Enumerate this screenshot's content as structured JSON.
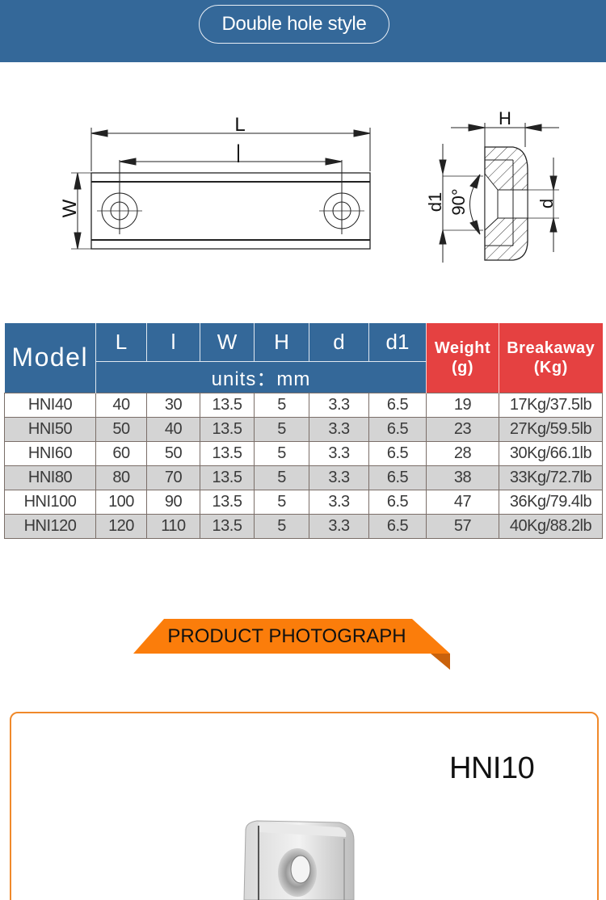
{
  "header": {
    "title": "Double hole style"
  },
  "drawings": {
    "top_view": {
      "labels": {
        "length": "L",
        "hole_spacing": "l",
        "width": "W"
      }
    },
    "side_view": {
      "labels": {
        "height": "H",
        "countersink_diameter": "d1",
        "angle": "90°",
        "hole_diameter": "d"
      }
    }
  },
  "spec_table": {
    "headers": {
      "model": "Model",
      "dimension_columns": [
        "L",
        "l",
        "W",
        "H",
        "d",
        "d1"
      ],
      "units": "units：mm",
      "weight": {
        "line1": "Weight",
        "line2": "(g)"
      },
      "breakaway": {
        "line1": "Breakaway",
        "line2": "(Kg)"
      }
    },
    "rows": [
      {
        "model": "HNI40",
        "L": "40",
        "l": "30",
        "W": "13.5",
        "H": "5",
        "d": "3.3",
        "d1": "6.5",
        "weight": "19",
        "breakaway": "17Kg/37.5lb"
      },
      {
        "model": "HNI50",
        "L": "50",
        "l": "40",
        "W": "13.5",
        "H": "5",
        "d": "3.3",
        "d1": "6.5",
        "weight": "23",
        "breakaway": "27Kg/59.5lb"
      },
      {
        "model": "HNI60",
        "L": "60",
        "l": "50",
        "W": "13.5",
        "H": "5",
        "d": "3.3",
        "d1": "6.5",
        "weight": "28",
        "breakaway": "30Kg/66.1lb"
      },
      {
        "model": "HNI80",
        "L": "80",
        "l": "70",
        "W": "13.5",
        "H": "5",
        "d": "3.3",
        "d1": "6.5",
        "weight": "38",
        "breakaway": "33Kg/72.7lb"
      },
      {
        "model": "HNI100",
        "L": "100",
        "l": "90",
        "W": "13.5",
        "H": "5",
        "d": "3.3",
        "d1": "6.5",
        "weight": "47",
        "breakaway": "36Kg/79.4lb"
      },
      {
        "model": "HNI120",
        "L": "120",
        "l": "110",
        "W": "13.5",
        "H": "5",
        "d": "3.3",
        "d1": "6.5",
        "weight": "57",
        "breakaway": "40Kg/88.2lb"
      }
    ]
  },
  "section": {
    "title": "PRODUCT PHOTOGRAPH"
  },
  "photo": {
    "model_label": "HNI10"
  },
  "colors": {
    "banner_blue": "#346899",
    "header_red": "#e54141",
    "ribbon_orange": "#fb7d0b",
    "ribbon_fold": "#c9620c",
    "frame_orange": "#f0892a",
    "row_alt": "#d4d4d4"
  }
}
